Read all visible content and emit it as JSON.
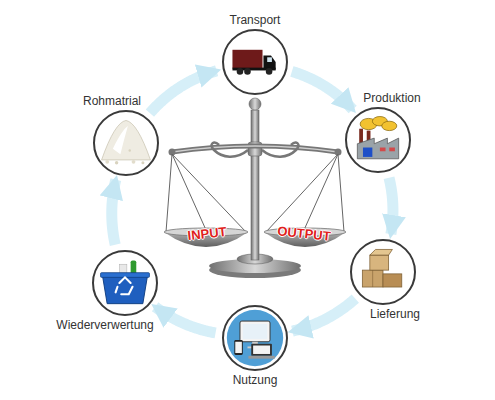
{
  "diagram": {
    "nodes": [
      {
        "text": [
          "Transport"
        ]
      },
      {
        "text": [
          "Produktion"
        ]
      },
      {
        "text": [
          "Lieferung"
        ]
      },
      {
        "text": [
          "Nutzung"
        ]
      },
      {
        "text": [
          "Wiederverwertung"
        ]
      },
      {
        "text": [
          "Rohmatrial"
        ]
      }
    ],
    "edges": [
      {
        "from": 0,
        "to": 1,
        "arrow": "to"
      },
      {
        "from": 1,
        "to": 2,
        "arrow": "to"
      },
      {
        "from": 2,
        "to": 3,
        "arrow": "to"
      },
      {
        "from": 3,
        "to": 4,
        "arrow": "to"
      },
      {
        "from": 4,
        "to": 5,
        "arrow": "to"
      },
      {
        "from": 5,
        "to": 0,
        "arrow": "to"
      }
    ],
    "labels": [
      "INPUT",
      "OUTPUT"
    ]
  }
}
